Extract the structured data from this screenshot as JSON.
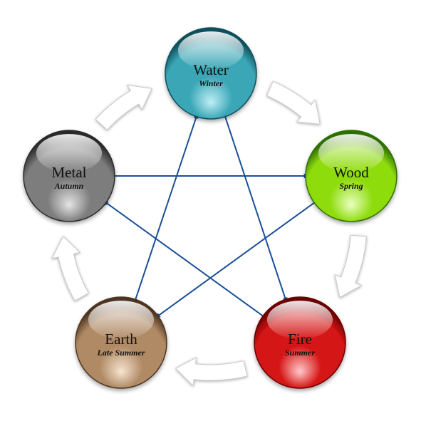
{
  "elements": [
    {
      "id": "water",
      "name": "Water",
      "season": "Winter",
      "color": "#3aa7b6",
      "dark": "#0f4f5a",
      "light": "#bfeef5"
    },
    {
      "id": "wood",
      "name": "Wood",
      "season": "Spring",
      "color": "#8fdc10",
      "dark": "#2f7000",
      "light": "#eaffc0"
    },
    {
      "id": "fire",
      "name": "Fire",
      "season": "Summer",
      "color": "#d51414",
      "dark": "#6a0000",
      "light": "#ffc9c9"
    },
    {
      "id": "earth",
      "name": "Earth",
      "season": "Late Summer",
      "color": "#b08a65",
      "dark": "#4e3420",
      "light": "#f6e4d0"
    },
    {
      "id": "metal",
      "name": "Metal",
      "season": "Autumn",
      "color": "#7d7d7d",
      "dark": "#2b2b2b",
      "light": "#e4e4e4"
    }
  ],
  "generating_cycle": [
    {
      "from": "water",
      "to": "wood"
    },
    {
      "from": "wood",
      "to": "fire"
    },
    {
      "from": "fire",
      "to": "earth"
    },
    {
      "from": "earth",
      "to": "metal"
    },
    {
      "from": "metal",
      "to": "water"
    }
  ],
  "controlling_cycle": [
    {
      "from": "water",
      "to": "fire"
    },
    {
      "from": "fire",
      "to": "metal"
    },
    {
      "from": "metal",
      "to": "wood"
    },
    {
      "from": "wood",
      "to": "earth"
    },
    {
      "from": "earth",
      "to": "water"
    }
  ],
  "colors": {
    "star_line": "#1a4f98",
    "cycle_arrow_fill": "#ffffff",
    "cycle_arrow_stroke": "#c9c9c9"
  }
}
